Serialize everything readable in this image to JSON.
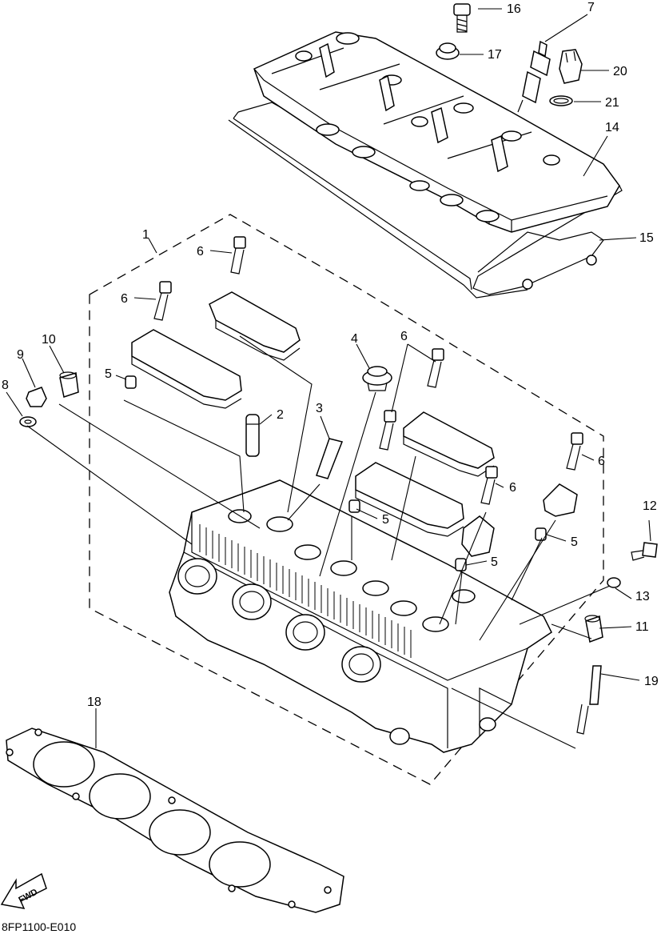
{
  "diagram_code": "8FP1100-E010",
  "fwd_label": "FWD",
  "callouts": {
    "c1": "1",
    "c2": "2",
    "c3": "3",
    "c4": "4",
    "c5a": "5",
    "c5b": "5",
    "c5c": "5",
    "c5d": "5",
    "c6a": "6",
    "c6b": "6",
    "c6c": "6",
    "c6d": "6",
    "c6e": "6",
    "c7": "7",
    "c8": "8",
    "c9": "9",
    "c10": "10",
    "c11": "11",
    "c12": "12",
    "c13": "13",
    "c14": "14",
    "c15": "15",
    "c16": "16",
    "c17": "17",
    "c18": "18",
    "c19": "19",
    "c20": "20",
    "c21": "21"
  }
}
